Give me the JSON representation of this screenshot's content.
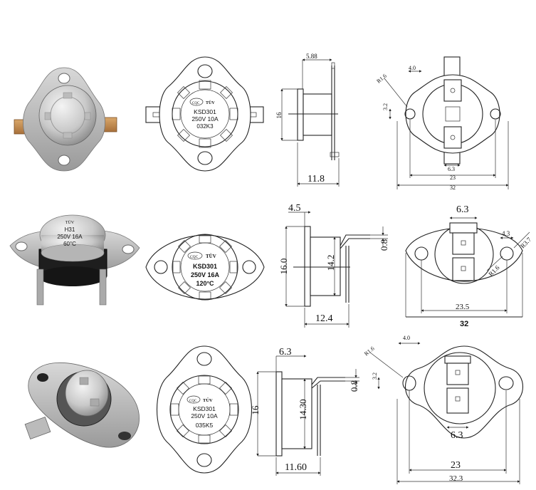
{
  "rows": [
    {
      "label_lines": [
        "KSD301",
        "250V 10A",
        "032K3"
      ],
      "side_dims": {
        "top": "5.88",
        "height": "16",
        "length": "11.8"
      },
      "back_dims": {
        "radius": "R1.6",
        "hole_offset": "4.0",
        "hole_dia": "3.2",
        "tab": "6.3",
        "hole_span": "23",
        "overall": "32"
      }
    },
    {
      "label_lines": [
        "KSD301",
        "250V 16A",
        "120°C"
      ],
      "photo_text": [
        "H31",
        "250V 16A",
        "60°C"
      ],
      "side_dims": {
        "top": "4.5",
        "height": "16.0",
        "inner": "14.2",
        "tab": "0.8",
        "length": "12.4"
      },
      "back_dims": {
        "tab": "6.3",
        "hole_offset": "4.3",
        "radius_outer": "R3.7",
        "radius_hole": "R1.6",
        "hole_span": "23.5",
        "overall": "32"
      }
    },
    {
      "label_lines": [
        "KSD301",
        "250V 10A",
        "035K5"
      ],
      "side_dims": {
        "top": "6.3",
        "height": "16",
        "inner": "14.30",
        "tab": "0.8",
        "length": "11.60"
      },
      "back_dims": {
        "radius": "R1.6",
        "hole_offset": "4.0",
        "hole_dia": "3.2",
        "tab": "6.3",
        "hole_span": "23",
        "overall": "32.3"
      }
    }
  ],
  "marks": {
    "cert": "CQC",
    "tuv": "TÜV"
  }
}
